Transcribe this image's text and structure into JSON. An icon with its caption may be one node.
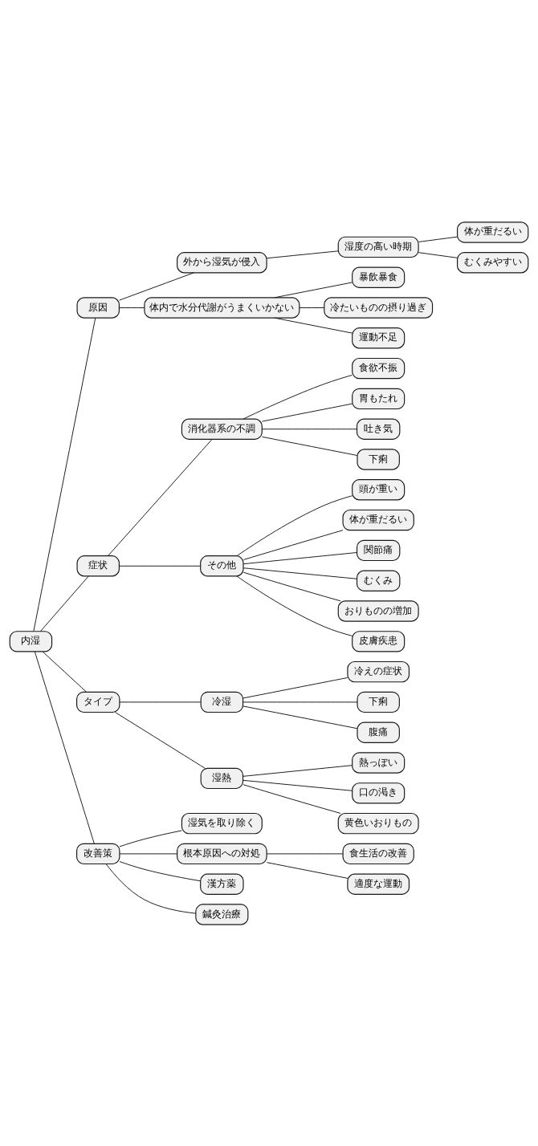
{
  "diagram": {
    "nodes": [
      {
        "text": [
          "内湿"
        ]
      },
      {
        "text": [
          "原因"
        ]
      },
      {
        "text": [
          "外から湿気が侵入"
        ]
      },
      {
        "text": [
          "湿度の高い時期"
        ]
      },
      {
        "text": [
          "体が重だるい"
        ]
      },
      {
        "text": [
          "むくみやすい"
        ]
      },
      {
        "text": [
          "体内で水分代謝がうまくいかない"
        ]
      },
      {
        "text": [
          "暴飲暴食"
        ]
      },
      {
        "text": [
          "冷たいものの摂り過ぎ"
        ]
      },
      {
        "text": [
          "運動不足"
        ]
      },
      {
        "text": [
          "症状"
        ]
      },
      {
        "text": [
          "消化器系の不調"
        ]
      },
      {
        "text": [
          "食欲不振"
        ]
      },
      {
        "text": [
          "胃もたれ"
        ]
      },
      {
        "text": [
          "吐き気"
        ]
      },
      {
        "text": [
          "下痢"
        ]
      },
      {
        "text": [
          "その他"
        ]
      },
      {
        "text": [
          "頭が重い"
        ]
      },
      {
        "text": [
          "体が重だるい"
        ]
      },
      {
        "text": [
          "関節痛"
        ]
      },
      {
        "text": [
          "むくみ"
        ]
      },
      {
        "text": [
          "おりものの増加"
        ]
      },
      {
        "text": [
          "皮膚疾患"
        ]
      },
      {
        "text": [
          "タイプ"
        ]
      },
      {
        "text": [
          "冷湿"
        ]
      },
      {
        "text": [
          "冷えの症状"
        ]
      },
      {
        "text": [
          "下痢"
        ]
      },
      {
        "text": [
          "腹痛"
        ]
      },
      {
        "text": [
          "湿熱"
        ]
      },
      {
        "text": [
          "熱っぽい"
        ]
      },
      {
        "text": [
          "口の渇き"
        ]
      },
      {
        "text": [
          "黄色いおりもの"
        ]
      },
      {
        "text": [
          "改善策"
        ]
      },
      {
        "text": [
          "湿気を取り除く"
        ]
      },
      {
        "text": [
          "根本原因への対処"
        ]
      },
      {
        "text": [
          "食生活の改善"
        ]
      },
      {
        "text": [
          "適度な運動"
        ]
      },
      {
        "text": [
          "漢方薬"
        ]
      },
      {
        "text": [
          "鍼灸治療"
        ]
      }
    ],
    "edges": [
      {
        "from": 0,
        "to": 1,
        "arrow": "none"
      },
      {
        "from": 1,
        "to": 2,
        "arrow": "none"
      },
      {
        "from": 2,
        "to": 3,
        "arrow": "none"
      },
      {
        "from": 3,
        "to": 4,
        "arrow": "none"
      },
      {
        "from": 3,
        "to": 5,
        "arrow": "none"
      },
      {
        "from": 1,
        "to": 6,
        "arrow": "none"
      },
      {
        "from": 6,
        "to": 7,
        "arrow": "none"
      },
      {
        "from": 6,
        "to": 8,
        "arrow": "none"
      },
      {
        "from": 6,
        "to": 9,
        "arrow": "none"
      },
      {
        "from": 0,
        "to": 10,
        "arrow": "none"
      },
      {
        "from": 10,
        "to": 11,
        "arrow": "none"
      },
      {
        "from": 11,
        "to": 12,
        "arrow": "none"
      },
      {
        "from": 11,
        "to": 13,
        "arrow": "none"
      },
      {
        "from": 11,
        "to": 14,
        "arrow": "none"
      },
      {
        "from": 11,
        "to": 15,
        "arrow": "none"
      },
      {
        "from": 10,
        "to": 16,
        "arrow": "none"
      },
      {
        "from": 16,
        "to": 17,
        "arrow": "none"
      },
      {
        "from": 16,
        "to": 18,
        "arrow": "none"
      },
      {
        "from": 16,
        "to": 19,
        "arrow": "none"
      },
      {
        "from": 16,
        "to": 20,
        "arrow": "none"
      },
      {
        "from": 16,
        "to": 21,
        "arrow": "none"
      },
      {
        "from": 16,
        "to": 22,
        "arrow": "none"
      },
      {
        "from": 0,
        "to": 23,
        "arrow": "none"
      },
      {
        "from": 23,
        "to": 24,
        "arrow": "none"
      },
      {
        "from": 24,
        "to": 25,
        "arrow": "none"
      },
      {
        "from": 24,
        "to": 26,
        "arrow": "none"
      },
      {
        "from": 24,
        "to": 27,
        "arrow": "none"
      },
      {
        "from": 23,
        "to": 28,
        "arrow": "none"
      },
      {
        "from": 28,
        "to": 29,
        "arrow": "none"
      },
      {
        "from": 28,
        "to": 30,
        "arrow": "none"
      },
      {
        "from": 28,
        "to": 31,
        "arrow": "none"
      },
      {
        "from": 0,
        "to": 32,
        "arrow": "none"
      },
      {
        "from": 32,
        "to": 33,
        "arrow": "none"
      },
      {
        "from": 32,
        "to": 34,
        "arrow": "none"
      },
      {
        "from": 34,
        "to": 35,
        "arrow": "none"
      },
      {
        "from": 34,
        "to": 36,
        "arrow": "none"
      },
      {
        "from": 32,
        "to": 37,
        "arrow": "none"
      },
      {
        "from": 32,
        "to": 38,
        "arrow": "none"
      }
    ]
  }
}
